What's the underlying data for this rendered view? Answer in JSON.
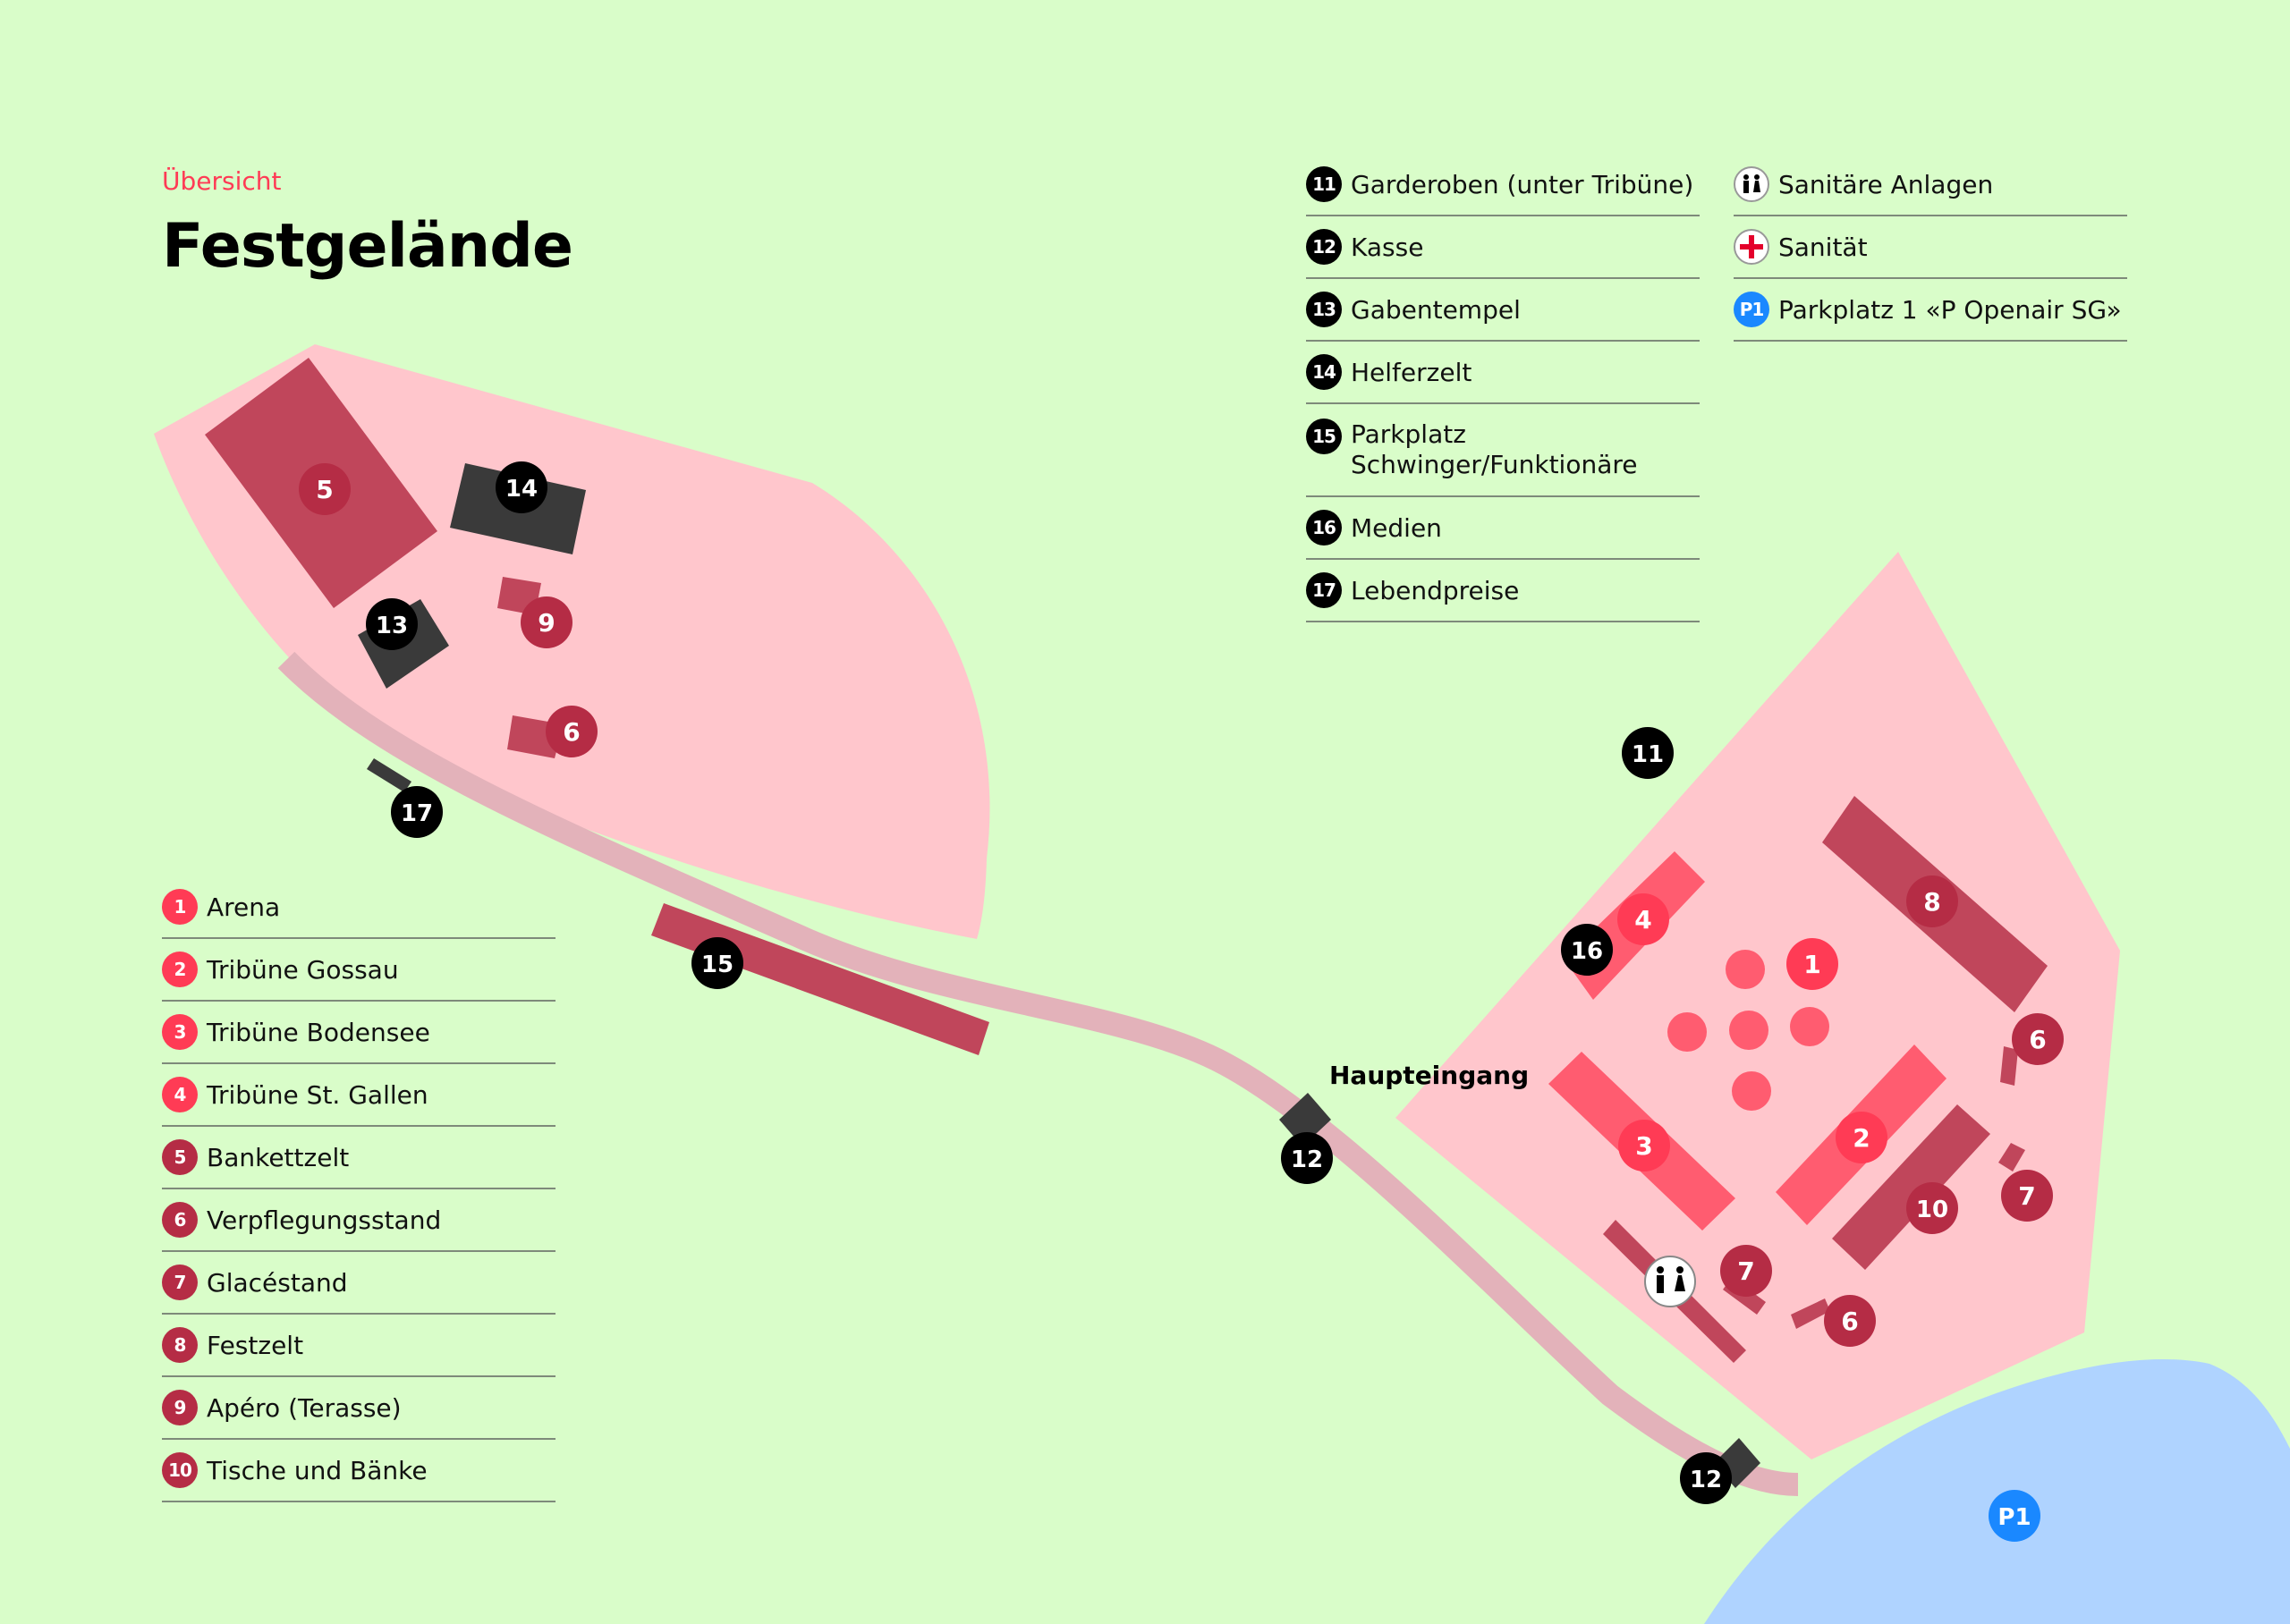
{
  "header": {
    "subtitle": "Übersicht",
    "title": "Festgelände"
  },
  "colors": {
    "background": "#d9fdc9",
    "area": "#ffc6cc",
    "path": "#e3b2ba",
    "accent_pink": "#ff3b55",
    "accent_dark": "#b52c45",
    "building_gray": "#3a3a3a",
    "water": "#afd3ff",
    "parking_blue": "#1a88ff"
  },
  "legend_left": [
    {
      "num": "1",
      "label": "Arena"
    },
    {
      "num": "2",
      "label": "Tribüne Gossau"
    },
    {
      "num": "3",
      "label": "Tribüne Bodensee"
    },
    {
      "num": "4",
      "label": "Tribüne St. Gallen"
    },
    {
      "num": "5",
      "label": "Bankettzelt"
    },
    {
      "num": "6",
      "label": "Verpflegungsstand"
    },
    {
      "num": "7",
      "label": "Glacéstand"
    },
    {
      "num": "8",
      "label": "Festzelt"
    },
    {
      "num": "9",
      "label": "Apéro (Terasse)"
    },
    {
      "num": "10",
      "label": "Tische und Bänke"
    }
  ],
  "legend_mid": [
    {
      "num": "11",
      "label": "Garderoben (unter Tribüne)"
    },
    {
      "num": "12",
      "label": "Kasse"
    },
    {
      "num": "13",
      "label": "Gabentempel"
    },
    {
      "num": "14",
      "label": "Helferzelt"
    },
    {
      "num": "15",
      "label_line1": "Parkplatz",
      "label_line2": "Schwinger/Funktionäre"
    },
    {
      "num": "16",
      "label": "Medien"
    },
    {
      "num": "17",
      "label": "Lebendpreise"
    }
  ],
  "legend_right": [
    {
      "icon": "restroom-icon",
      "label": "Sanitäre Anlagen"
    },
    {
      "icon": "red-cross-icon",
      "label": "Sanität"
    },
    {
      "num": "P1",
      "label": "Parkplatz 1 «P Openair SG»"
    }
  ],
  "map": {
    "main_entrance_label": "Haupteingang",
    "markers": {
      "m1": "1",
      "m2": "2",
      "m3": "3",
      "m4": "4",
      "m5": "5",
      "m6": "6",
      "m7": "7",
      "m8": "8",
      "m9": "9",
      "m10": "10",
      "m11": "11",
      "m12": "12",
      "m13": "13",
      "m14": "14",
      "m15": "15",
      "m16": "16",
      "m17": "17",
      "p1": "P1"
    }
  }
}
